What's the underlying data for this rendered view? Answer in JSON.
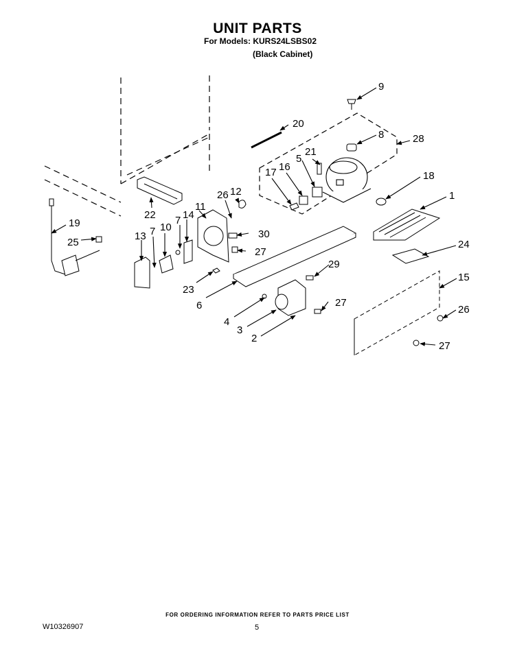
{
  "header": {
    "title": "UNIT PARTS",
    "models_line": "For Models: KURS24LSBS02",
    "cabinet_line": "(Black Cabinet)"
  },
  "footer": {
    "ordering_note": "FOR ORDERING INFORMATION REFER TO PARTS PRICE LIST",
    "document_id": "W10326907",
    "page_number": "5"
  },
  "callouts": {
    "c1": "1",
    "c2": "2",
    "c3": "3",
    "c4": "4",
    "c5": "5",
    "c6": "6",
    "c7a": "7",
    "c7b": "7",
    "c8": "8",
    "c9": "9",
    "c10": "10",
    "c11": "11",
    "c12": "12",
    "c13": "13",
    "c14": "14",
    "c15": "15",
    "c16": "16",
    "c17": "17",
    "c18": "18",
    "c19": "19",
    "c20": "20",
    "c21": "21",
    "c22": "22",
    "c23": "23",
    "c24": "24",
    "c25": "25",
    "c26a": "26",
    "c26b": "26",
    "c27a": "27",
    "c27b": "27",
    "c27c": "27",
    "c28": "28",
    "c29": "29",
    "c30": "30"
  }
}
